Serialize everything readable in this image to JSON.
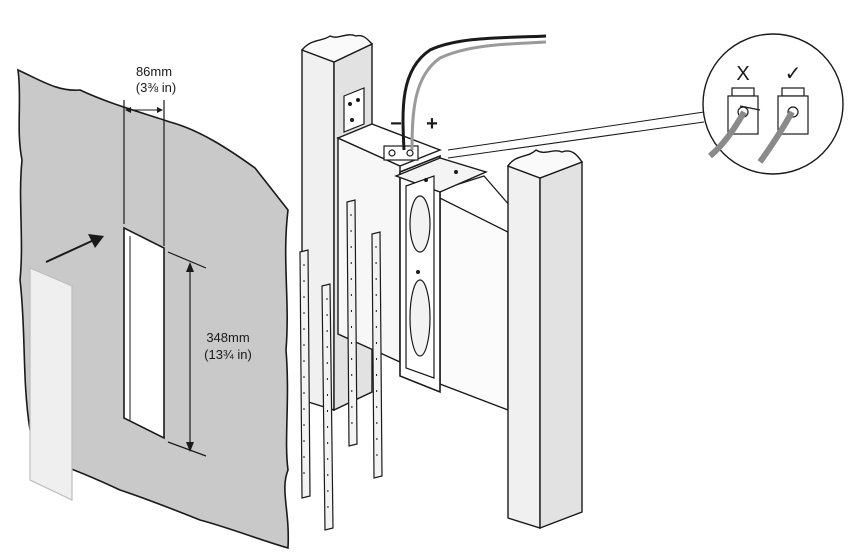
{
  "width_dimension": {
    "value": "86mm",
    "imperial": "(3⅜ in)"
  },
  "height_dimension": {
    "value": "348mm",
    "imperial": "(13¾ in)"
  },
  "polarity": {
    "negative": "−",
    "positive": "+"
  },
  "wiring_detail": {
    "wrong_mark": "X",
    "correct_mark": "✓"
  },
  "colors": {
    "wall": "#c9c9c9",
    "line": "#1a1a1a",
    "panel": "#f4f4f4"
  }
}
